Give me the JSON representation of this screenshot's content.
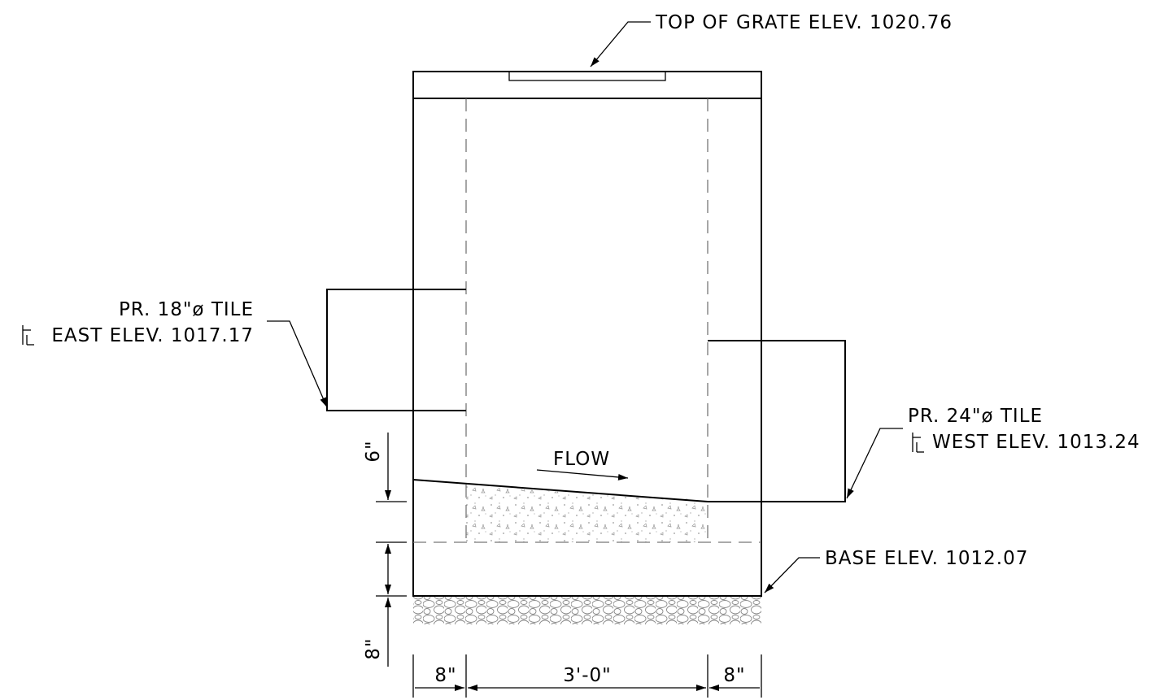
{
  "labels": {
    "top_of_grate": "TOP OF GRATE ELEV. 1020.76",
    "east_tile_line1": "PR. 18\"ø TILE",
    "east_tile_line2": "EAST ELEV. 1017.17",
    "west_tile_line1": "PR. 24\"ø TILE",
    "west_tile_line2": "WEST ELEV. 1013.24",
    "flow": "FLOW",
    "base_elev": "BASE ELEV. 1012.07"
  },
  "dimensions": {
    "wall_left": "8\"",
    "interior_width": "3'-0\"",
    "wall_right": "8\"",
    "bench_drop": "6\"",
    "base_thickness": "8\""
  },
  "symbols": {
    "flowline": "flowline-symbol"
  },
  "colors": {
    "line": "#000000",
    "hidden_line": "#777777",
    "concrete_fill": "#d8d8d8",
    "background": "#ffffff"
  }
}
